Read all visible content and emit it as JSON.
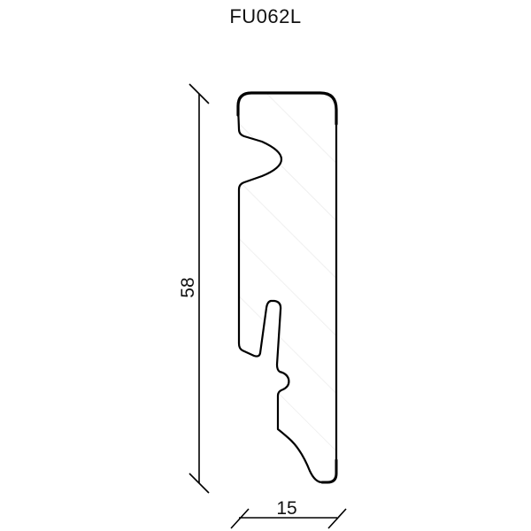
{
  "title": "FU062L",
  "dimensions": {
    "height": {
      "label": "58"
    },
    "width": {
      "label": "15"
    }
  },
  "profile": {
    "name": "skirting-board-profile",
    "stroke_color": "#000000",
    "fill_color": "#ffffff",
    "hatch_color": "#e6e6e6"
  }
}
